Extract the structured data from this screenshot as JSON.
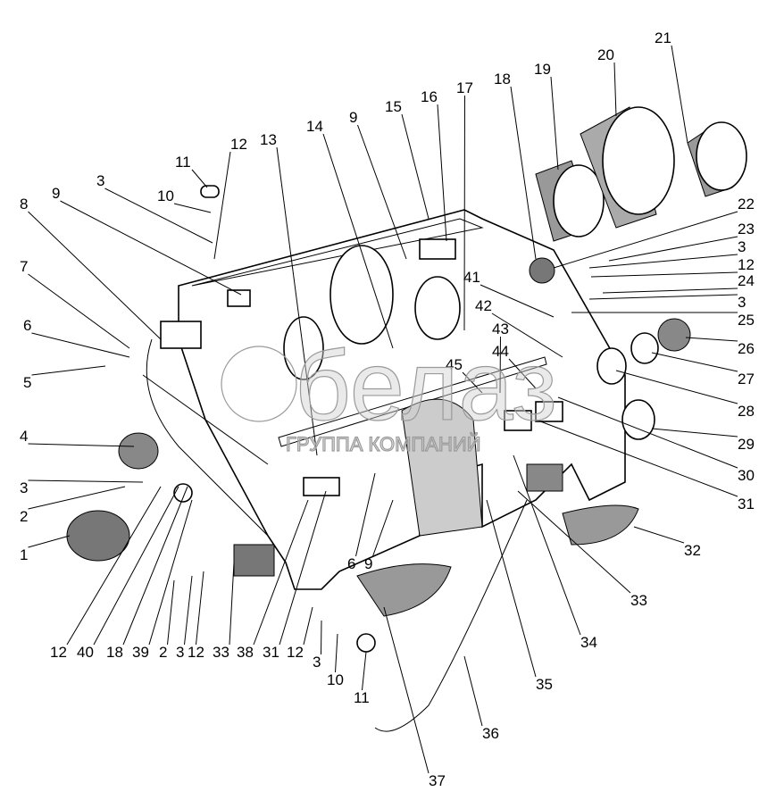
{
  "diagram": {
    "watermark": {
      "brand": "белаз",
      "subtitle": "ГРУППА КОМПАНИЙ"
    },
    "callouts": [
      "11",
      "10",
      "12",
      "3",
      "9",
      "8",
      "7",
      "6",
      "5",
      "4",
      "3",
      "2",
      "1",
      "13",
      "14",
      "9",
      "15",
      "16",
      "17",
      "18",
      "19",
      "20",
      "21",
      "22",
      "23",
      "3",
      "12",
      "24",
      "3",
      "25",
      "26",
      "27",
      "28",
      "29",
      "30",
      "31",
      "32",
      "33",
      "34",
      "35",
      "36",
      "37",
      "41",
      "42",
      "43",
      "44",
      "45",
      "12",
      "40",
      "18",
      "39",
      "2",
      "3",
      "12",
      "33",
      "38",
      "31",
      "12",
      "6",
      "9",
      "3",
      "10",
      "11"
    ]
  }
}
